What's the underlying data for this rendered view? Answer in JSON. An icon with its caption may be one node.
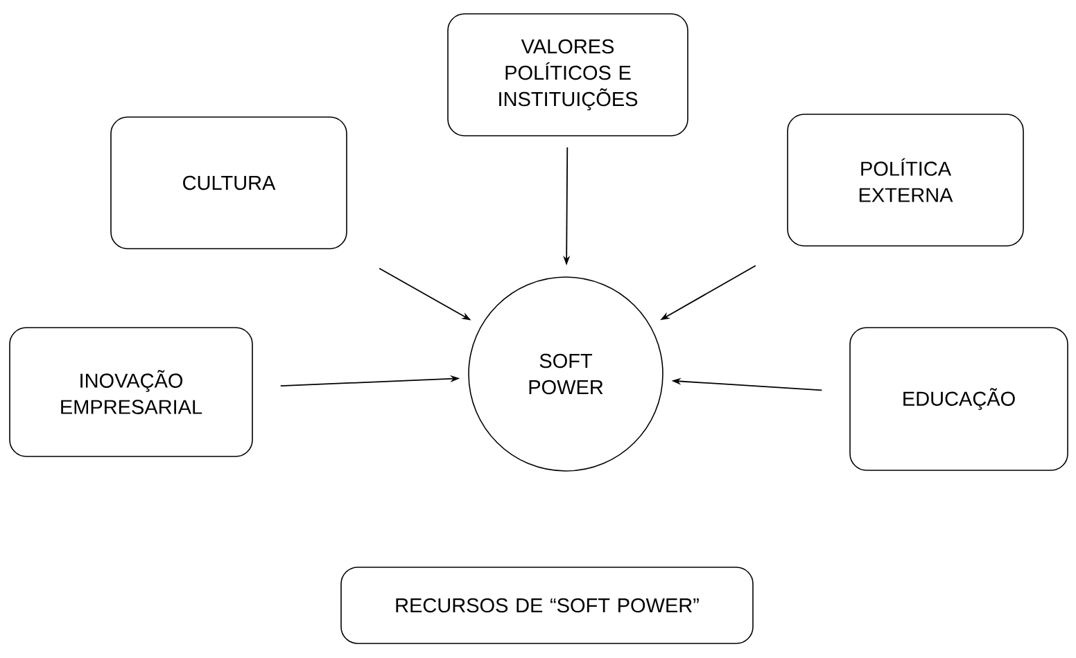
{
  "diagram": {
    "nodes": [
      {
        "text": [
          "VALORES POLÍTICOS E INSTITUIÇÕES"
        ]
      },
      {
        "text": [
          "CULTURA"
        ]
      },
      {
        "text": [
          "POLÍTICA EXTERNA"
        ]
      },
      {
        "text": [
          "INOVAÇÃO EMPRESARIAL"
        ]
      },
      {
        "text": [
          "SOFT POWER"
        ]
      },
      {
        "text": [
          "EDUCAÇÃO"
        ]
      },
      {
        "text": [
          "RECURSOS DE “SOFT POWER”"
        ]
      }
    ],
    "edges": [
      {
        "from": 0,
        "to": 4,
        "arrow": "to"
      },
      {
        "from": 1,
        "to": 4,
        "arrow": "to"
      },
      {
        "from": 2,
        "to": 4,
        "arrow": "to"
      },
      {
        "from": 3,
        "to": 4,
        "arrow": "to"
      },
      {
        "from": 5,
        "to": 4,
        "arrow": "to"
      }
    ]
  }
}
